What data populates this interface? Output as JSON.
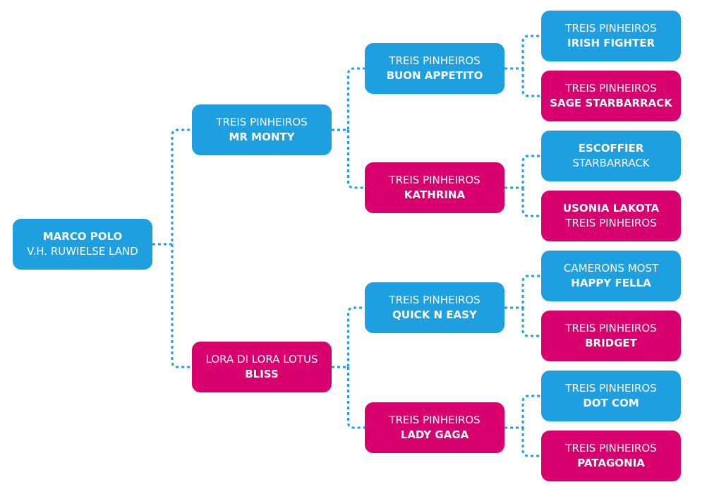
{
  "colors": {
    "male": "#1d9fe0",
    "female": "#d8006f",
    "connector": "#1d9fe0"
  },
  "root": {
    "gender": "male",
    "lines": [
      {
        "text": "MARCO POLO",
        "bold": true
      },
      {
        "text": "V.H. RUWIELSE LAND",
        "bold": false
      }
    ],
    "children": [
      {
        "gender": "male",
        "lines": [
          {
            "text": "TREIS PINHEIROS",
            "bold": false
          },
          {
            "text": "MR MONTY",
            "bold": true
          }
        ],
        "children": [
          {
            "gender": "male",
            "lines": [
              {
                "text": "TREIS PINHEIROS",
                "bold": false
              },
              {
                "text": "BUON APPETITO",
                "bold": true
              }
            ],
            "children": [
              {
                "gender": "male",
                "lines": [
                  {
                    "text": "TREIS PINHEIROS",
                    "bold": false
                  },
                  {
                    "text": "IRISH FIGHTER",
                    "bold": true
                  }
                ]
              },
              {
                "gender": "female",
                "lines": [
                  {
                    "text": "TREIS PINHEIROS",
                    "bold": false
                  },
                  {
                    "text": "SAGE STARBARRACK",
                    "bold": true
                  }
                ]
              }
            ]
          },
          {
            "gender": "female",
            "lines": [
              {
                "text": "TREIS PINHEIROS",
                "bold": false
              },
              {
                "text": "KATHRINA",
                "bold": true
              }
            ],
            "children": [
              {
                "gender": "male",
                "lines": [
                  {
                    "text": "ESCOFFIER",
                    "bold": true
                  },
                  {
                    "text": "STARBARRACK",
                    "bold": false
                  }
                ]
              },
              {
                "gender": "female",
                "lines": [
                  {
                    "text": "USONIA LAKOTA",
                    "bold": true
                  },
                  {
                    "text": "TREIS PINHEIROS",
                    "bold": false
                  }
                ]
              }
            ]
          }
        ]
      },
      {
        "gender": "female",
        "lines": [
          {
            "text": "LORA DI LORA LOTUS",
            "bold": false
          },
          {
            "text": "BLISS",
            "bold": true
          }
        ],
        "children": [
          {
            "gender": "male",
            "lines": [
              {
                "text": "TREIS PINHEIROS",
                "bold": false
              },
              {
                "text": "QUICK N EASY",
                "bold": true
              }
            ],
            "children": [
              {
                "gender": "male",
                "lines": [
                  {
                    "text": "CAMERONS MOST",
                    "bold": false
                  },
                  {
                    "text": "HAPPY FELLA",
                    "bold": true
                  }
                ]
              },
              {
                "gender": "female",
                "lines": [
                  {
                    "text": "TREIS PINHEIROS",
                    "bold": false
                  },
                  {
                    "text": "BRIDGET",
                    "bold": true
                  }
                ]
              }
            ]
          },
          {
            "gender": "female",
            "lines": [
              {
                "text": "TREIS PINHEIROS",
                "bold": false
              },
              {
                "text": "LADY GAGA",
                "bold": true
              }
            ],
            "children": [
              {
                "gender": "male",
                "lines": [
                  {
                    "text": "TREIS PINHEIROS",
                    "bold": false
                  },
                  {
                    "text": "DOT COM",
                    "bold": true
                  }
                ]
              },
              {
                "gender": "female",
                "lines": [
                  {
                    "text": "TREIS PINHEIROS",
                    "bold": false
                  },
                  {
                    "text": "PATAGONIA",
                    "bold": true
                  }
                ]
              }
            ]
          }
        ]
      }
    ]
  }
}
